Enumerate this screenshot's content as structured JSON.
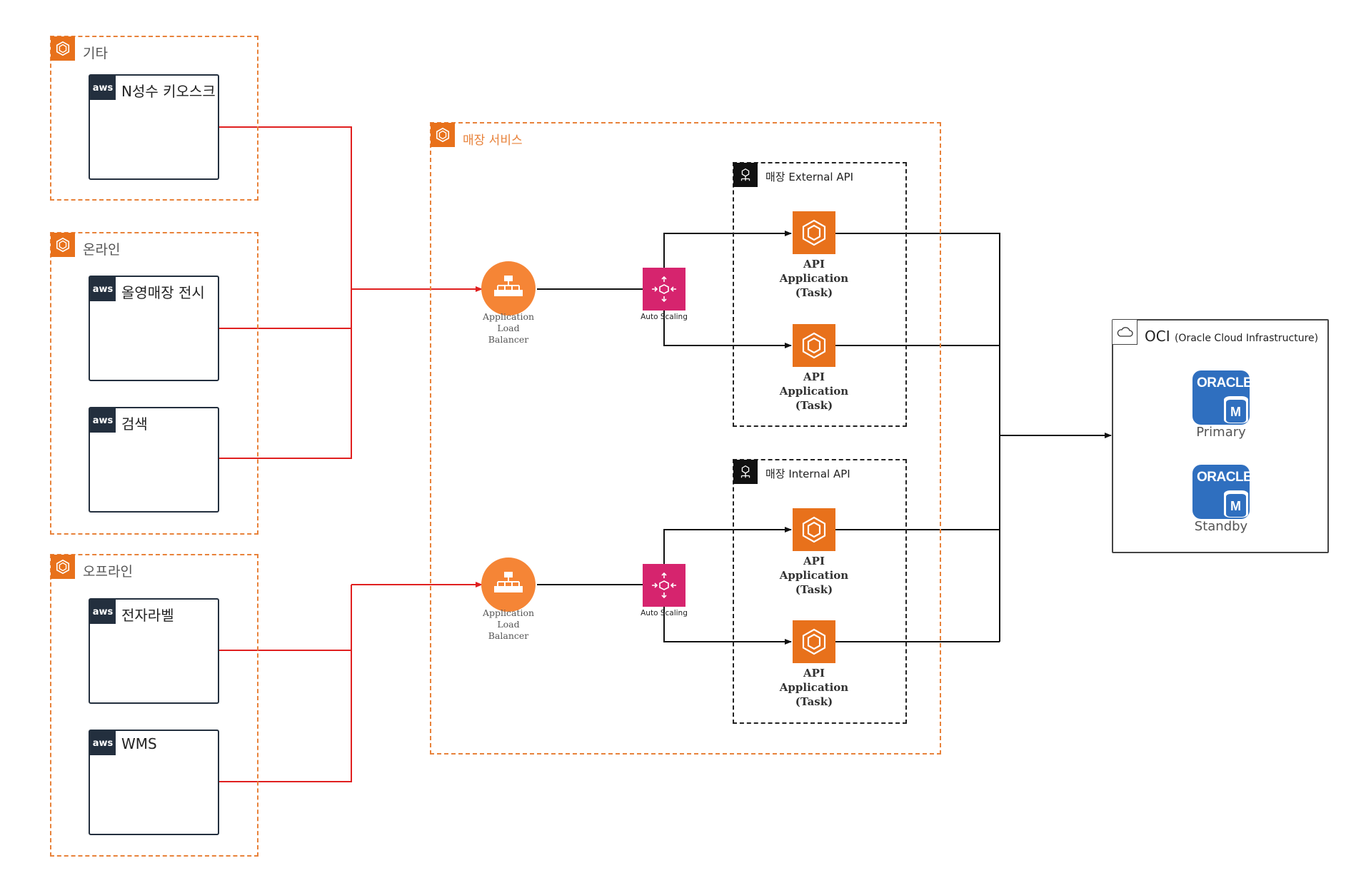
{
  "groups": {
    "etc": "기타",
    "online": "온라인",
    "offline": "오프라인",
    "store_service": "매장 서비스"
  },
  "clients": {
    "kiosk": "N성수 키오스크",
    "display": "올영매장 전시",
    "search": "검색",
    "label": "전자라벨",
    "wms": "WMS"
  },
  "aws_logo": "aws",
  "alb": {
    "line1": "Application",
    "line2": "Load",
    "line3": "Balancer"
  },
  "auto_scaling": "Auto Scaling",
  "api_groups": {
    "external": "매장 External API",
    "internal": "매장 Internal API"
  },
  "task": {
    "line1": "API",
    "line2": "Application",
    "line3": "(Task)"
  },
  "oci": {
    "title": "OCI",
    "subtitle": "(Oracle Cloud Infrastructure)",
    "oracle_text": "ORACLE",
    "db_badge": "M",
    "primary": "Primary",
    "standby": "Standby"
  },
  "colors": {
    "aws_orange": "#e8711b",
    "dashed_orange": "#e8823a",
    "red_line": "#e02020",
    "auto_scaling": "#d6246e",
    "oracle_blue": "#2f6fbf",
    "aws_dark": "#232f3e"
  },
  "icons": {
    "group": "container-hexagon-icon",
    "aws": "aws-logo-icon",
    "alb": "load-balancer-icon",
    "auto_scaling": "auto-scaling-icon",
    "task": "ecs-task-icon",
    "api_group": "api-gateway-icon",
    "cloud": "cloud-icon",
    "database": "oracle-database-icon"
  }
}
